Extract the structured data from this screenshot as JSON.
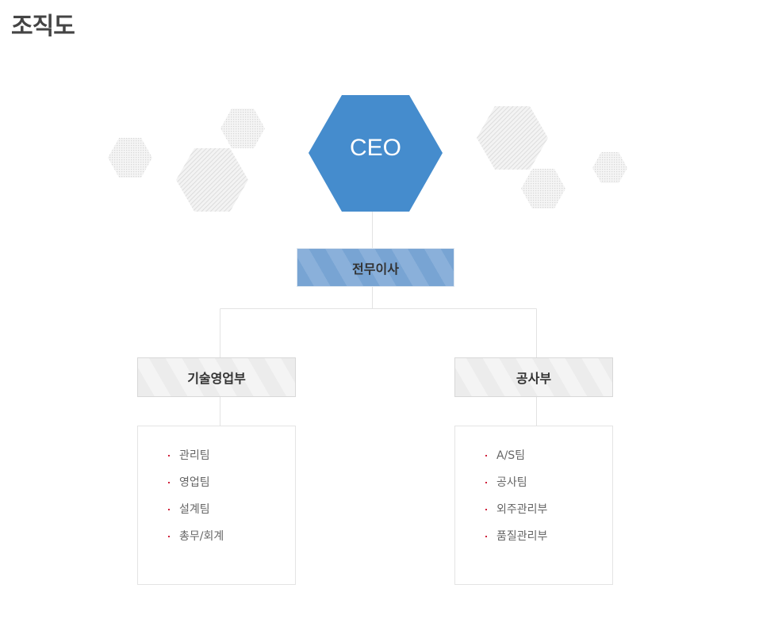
{
  "page": {
    "title": "조직도"
  },
  "ceo": {
    "label": "CEO",
    "color": "#458ccd"
  },
  "executive": {
    "label": "전무이사"
  },
  "departments": [
    {
      "label": "기술영업부",
      "teams": [
        "관리팀",
        "영업팀",
        "설계팀",
        "총무/회계"
      ]
    },
    {
      "label": "공사부",
      "teams": [
        "A/S팀",
        "공사팀",
        "외주관리부",
        "품질관리부"
      ]
    }
  ]
}
